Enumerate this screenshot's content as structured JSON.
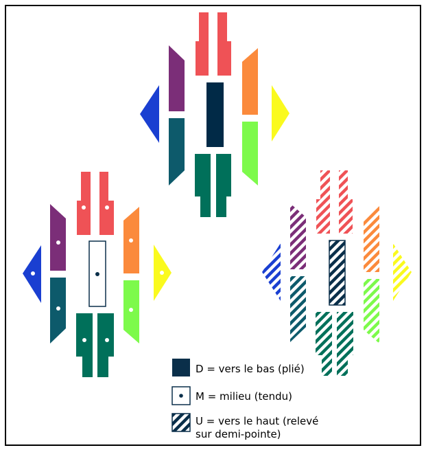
{
  "colors": {
    "frame": "#000000",
    "torso": "#012a47",
    "body_d": "#0a2f4a",
    "left_arm_upper": "#7b2e78",
    "left_arm_lower": "#0d5a6b",
    "left_hand": "#1a3fd1",
    "head_and_shoulders": "#ef5256",
    "legs": "#00705a",
    "right_arm_upper": "#fb8a3c",
    "right_arm_lower": "#7dfa4b",
    "right_hand": "#fafa1e"
  },
  "figures": [
    {
      "id": "figure-top",
      "level": "D"
    },
    {
      "id": "figure-left",
      "level": "M"
    },
    {
      "id": "figure-right",
      "level": "U"
    }
  ],
  "legend": {
    "items": [
      {
        "code": "D",
        "label": "D = vers le bas (plié)",
        "icon": "filled-square-icon"
      },
      {
        "code": "M",
        "label": "M = milieu (tendu)",
        "icon": "dot-square-icon"
      },
      {
        "code": "U",
        "line1": "U = vers le haut (relevé",
        "line2": "sur demi-pointe)",
        "icon": "hatched-square-icon"
      }
    ]
  }
}
